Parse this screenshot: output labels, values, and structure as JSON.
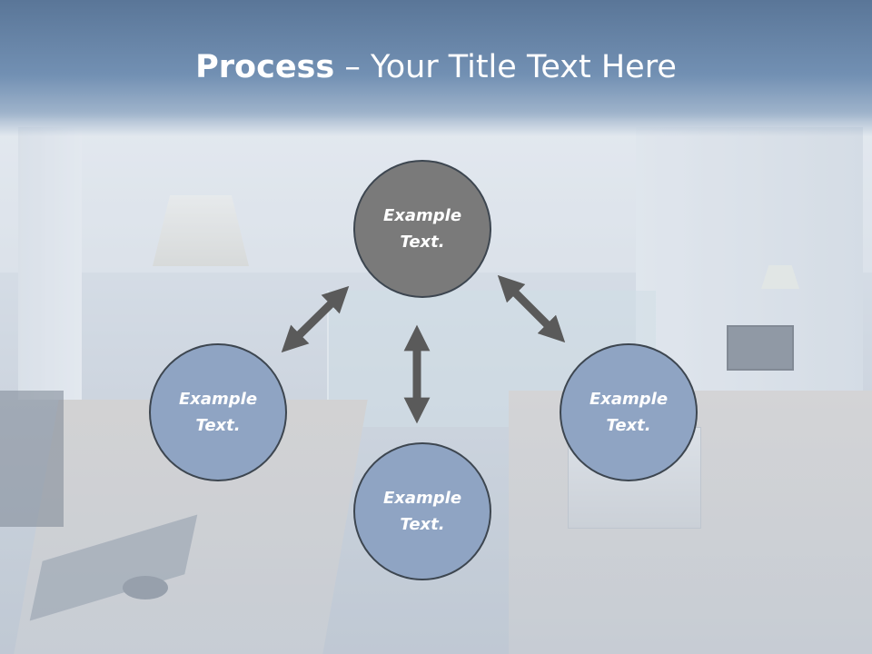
{
  "title": {
    "bold": "Process",
    "rest": " – Your Title Text Here"
  },
  "nodes": {
    "top": "Example Text.",
    "left": "Example Text.",
    "bottom": "Example Text.",
    "right": "Example Text."
  },
  "colors": {
    "title_bar": "#6a87aa",
    "center_node": "#7a7a7a",
    "outer_node": "#8fa4c3",
    "arrow": "#5a5a5a"
  }
}
